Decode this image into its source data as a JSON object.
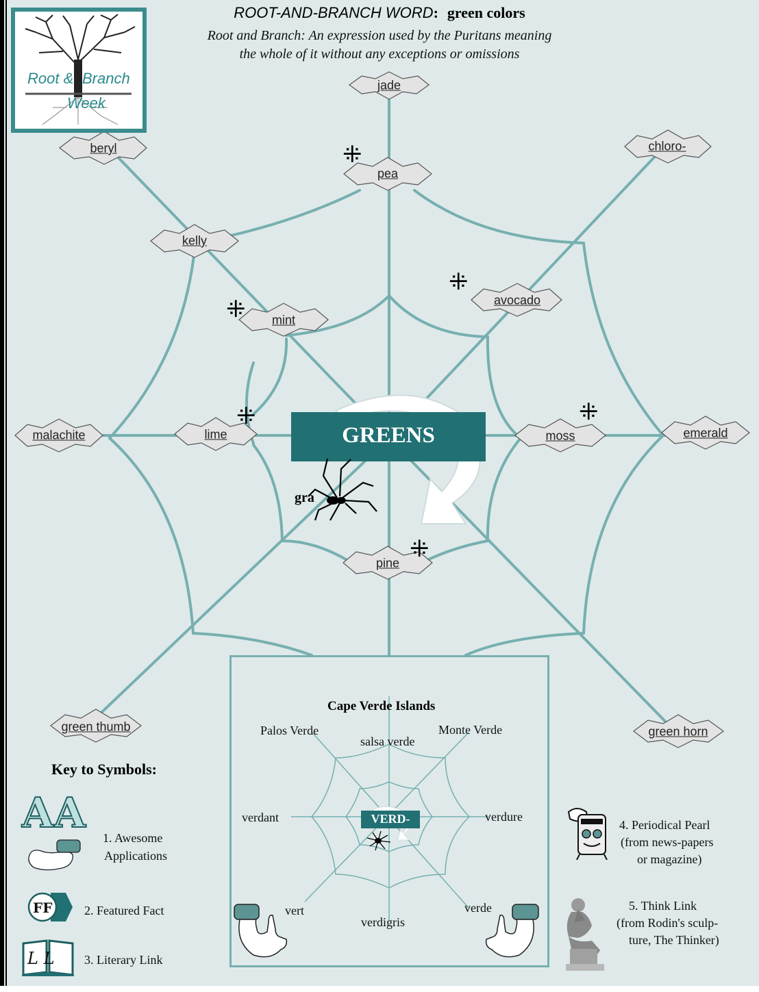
{
  "header": {
    "title_main": "ROOT-AND-BRANCH WORD",
    "title_colon": ":",
    "title_topic": "green colors",
    "subtitle_line1": "Root and Branch:  An expression used by the Puritans meaning",
    "subtitle_line2": "the whole of it without any exceptions or omissions"
  },
  "logo": {
    "line1_left": "Root &",
    "line1_right": "Branch",
    "line2": "Week"
  },
  "web": {
    "center_label": "GREENS",
    "spider_text": "gra",
    "nodes": {
      "jade": "jade",
      "beryl": "beryl",
      "chloro": "chloro-",
      "pea": "pea",
      "kelly": "kelly",
      "avocado": "avocado",
      "mint": "mint",
      "malachite": "malachite",
      "lime": "lime",
      "moss": "moss",
      "emerald": "emerald",
      "pine": "pine",
      "green_thumb": "green thumb",
      "green_horn": "green horn"
    },
    "marker_symbol": "⁜"
  },
  "inset": {
    "title": "Cape Verde Islands",
    "center_label": "VERD-",
    "palos": "Palos Verde",
    "monte": "Monte Verde",
    "salsa": "salsa verde",
    "verdant": "verdant",
    "verdure": "verdure",
    "vert": "vert",
    "verdigris": "verdigris",
    "verde": "verde"
  },
  "key": {
    "title": "Key to Symbols:",
    "item1_line1": "1.  Awesome",
    "item1_line2": "Applications",
    "item2": "2.  Featured Fact",
    "item3": "3.  Literary Link",
    "item4_line1": "4. Periodical Pearl",
    "item4_line2": "(from news-papers",
    "item4_line3": "or magazine)",
    "item5_line1": "5. Think Link",
    "item5_line2": "(from Rodin's sculp-",
    "item5_line3": "ture, The Thinker)",
    "ff_letters": "FF",
    "ll_letters": "L L",
    "aa_letters": "AA"
  },
  "colors": {
    "background": "#dfe9ea",
    "web_line": "#77afaf",
    "banner": "#217073",
    "node_fill": "#e3e3e3",
    "logo_border": "#3b8c8d"
  }
}
